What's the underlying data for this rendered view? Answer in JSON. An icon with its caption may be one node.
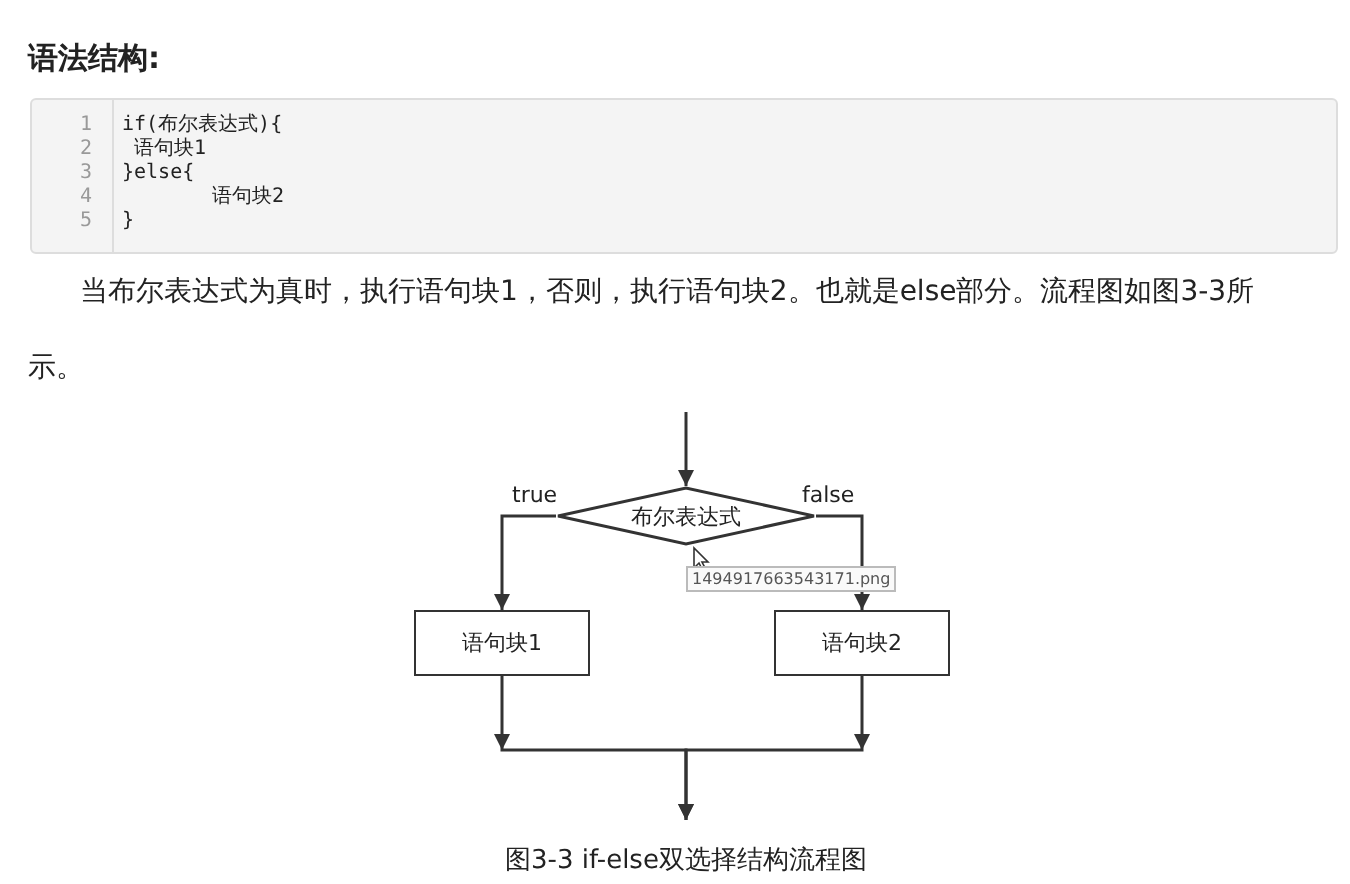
{
  "diagram": {
    "title": "语法结构:",
    "caption": "图3-3 if-else双选择结构流程图",
    "nodes": [
      {
        "text": [
          "布尔表达式"
        ]
      },
      {
        "text": [
          "语句块1"
        ]
      },
      {
        "text": [
          "语句块2"
        ]
      }
    ],
    "edges": [
      {
        "from": null,
        "to": 0,
        "arrow": "to"
      },
      {
        "from": 0,
        "to": 1,
        "label": "true",
        "arrow": "to"
      },
      {
        "from": 0,
        "to": 2,
        "label": "false",
        "arrow": "to"
      },
      {
        "from": 1,
        "to": null,
        "arrow": "to"
      },
      {
        "from": 2,
        "to": null,
        "arrow": "to"
      }
    ],
    "labels": [
      "1",
      "if(布尔表达式){",
      "2",
      " 语句块1",
      "3",
      "}else{",
      "4",
      "语句块2",
      "5",
      "}",
      "当布尔表达式为真时，执行语句块1，否则，执行语句块2。也就是else部分。流程图如图3-3所示。",
      "1494917663543171.png"
    ]
  }
}
